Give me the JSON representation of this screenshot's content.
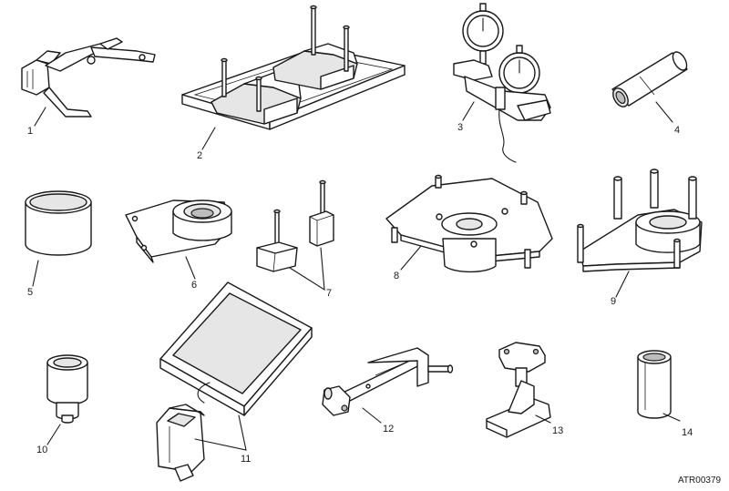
{
  "callouts": {
    "c1": "1",
    "c2": "2",
    "c3": "3",
    "c4": "4",
    "c5": "5",
    "c6": "6",
    "c7": "7",
    "c8": "8",
    "c9": "9",
    "c10": "10",
    "c11": "11",
    "c12": "12",
    "c13": "13",
    "c14": "14"
  },
  "drawing_code": "ATR00379"
}
